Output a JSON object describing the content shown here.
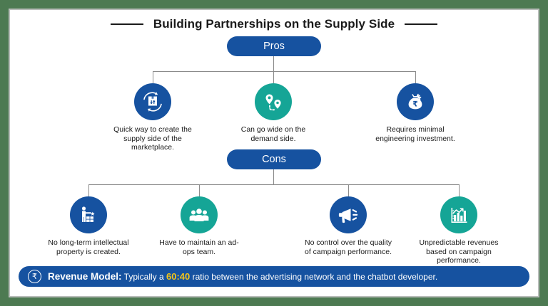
{
  "title": "Building Partnerships on the Supply Side",
  "colors": {
    "frame_green": "#4d7a52",
    "brand_blue": "#1652a0",
    "brand_teal": "#15a596",
    "accent_yellow": "#f5c518",
    "connector_grey": "#8b8b8b"
  },
  "sections": [
    {
      "pill_label": "Pros",
      "nodes": [
        {
          "icon": "supply-cycle-icon",
          "color": "blue",
          "caption": "Quick way to create the supply side of the marketplace."
        },
        {
          "icon": "map-pins-route-icon",
          "color": "teal",
          "caption": "Can go wide on the demand side."
        },
        {
          "icon": "money-bag-rupee-icon",
          "color": "blue",
          "caption": "Requires minimal engineering investment."
        }
      ]
    },
    {
      "pill_label": "Cons",
      "nodes": [
        {
          "icon": "person-building-blocks-icon",
          "color": "blue",
          "caption": "No long-term intellectual property is created."
        },
        {
          "icon": "team-group-icon",
          "color": "teal",
          "caption": "Have to maintain an ad-ops team."
        },
        {
          "icon": "megaphone-icon",
          "color": "blue",
          "caption": "No control over the quality of campaign performance."
        },
        {
          "icon": "bar-chart-growth-icon",
          "color": "teal",
          "caption": "Unpredictable revenues based on campaign performance."
        }
      ]
    }
  ],
  "banner": {
    "badge_icon": "rupee-circle-icon",
    "badge_glyph": "₹",
    "lead": "Revenue Model:",
    "text_before": " Typically a ",
    "ratio": "60:40",
    "text_after": " ratio between the advertising network and the chatbot developer."
  }
}
